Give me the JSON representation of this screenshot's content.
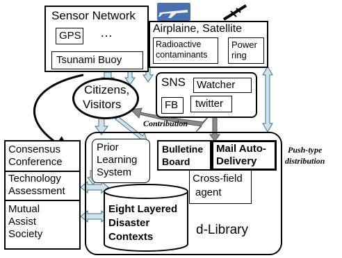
{
  "sensor_network": {
    "title": "Sensor Network",
    "gps": "GPS",
    "ellipsis": "…",
    "buoy": "Tsunami Buoy"
  },
  "airplane": {
    "title": "Airplaine, Satellite",
    "radio": [
      "Radioactive",
      "contaminants"
    ],
    "power": [
      "Power",
      "ring"
    ]
  },
  "citizens": [
    "Citizens,",
    "Visitors"
  ],
  "sns": {
    "title": "SNS",
    "watcher": "Watcher",
    "fb": "FB",
    "twitter": "twitter"
  },
  "contribution": "Contribution",
  "push": [
    "Push-type",
    "distribution"
  ],
  "left_stack": {
    "consensus": [
      "Consensus",
      "Conference"
    ],
    "technology": [
      "Technology",
      "Assessment"
    ],
    "mutual": [
      "Mutual",
      "Assist",
      "Society"
    ]
  },
  "prior_learning": [
    "Prior",
    "Learning",
    "System"
  ],
  "bulletin": [
    "Bulletine",
    "Board"
  ],
  "mail": [
    "Mail Auto-",
    "Delivery"
  ],
  "cross_field": [
    "Cross-field",
    "agent"
  ],
  "eight_layered": [
    "Eight Layered",
    "Disaster",
    "Contexts"
  ],
  "dlibrary": "d-Library",
  "colors": {
    "arrow_fill": "#cfe3ec",
    "arrow_stroke": "#3f6f82",
    "plane_blue": "#4b71ad"
  },
  "icons": [
    "airplane-icon",
    "satellite-icon"
  ]
}
